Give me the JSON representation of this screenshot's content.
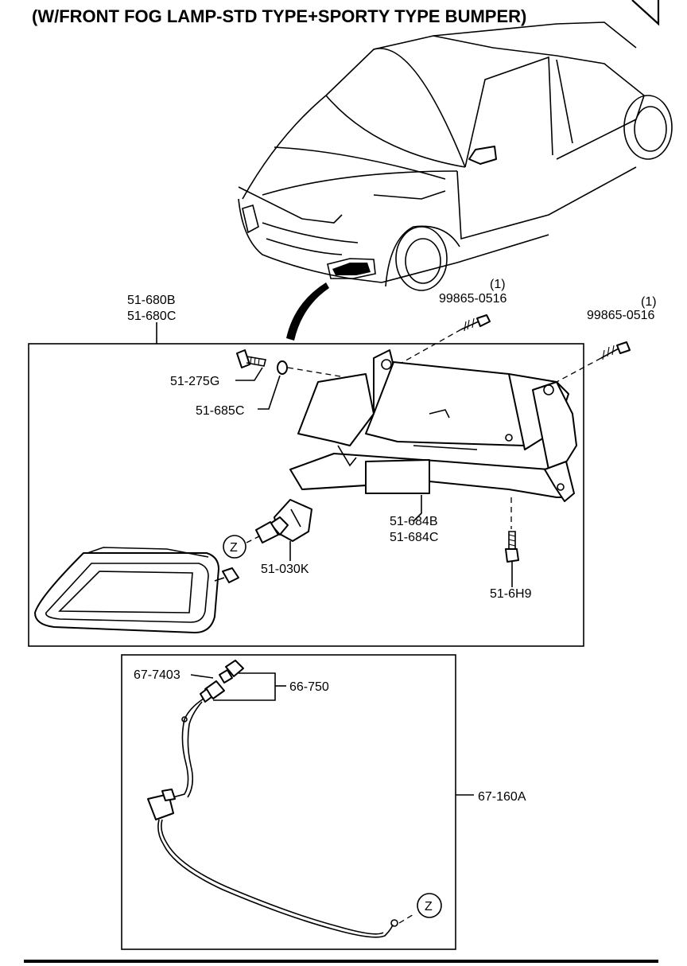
{
  "title": "(W/FRONT FOG LAMP-STD TYPE+SPORTY TYPE BUMPER)",
  "labels": {
    "assembly_a": "51-680B",
    "assembly_b": "51-680C",
    "bolt": "51-275G",
    "washer": "51-685C",
    "bracket_a": "51-684B",
    "bracket_b": "51-684C",
    "bulb": "51-030K",
    "screw_bottom": "51-6H9",
    "screw_top_qty": "(1)",
    "screw_top": "99865-0516",
    "screw_right_qty": "(1)",
    "screw_right": "99865-0516",
    "connector": "67-7403",
    "connector_set": "66-750",
    "harness": "67-160A",
    "ref_z_upper": "Z",
    "ref_z_lower": "Z"
  }
}
